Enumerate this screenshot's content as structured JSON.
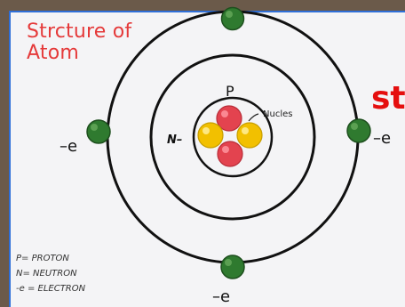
{
  "title": {
    "line1": "Strcture of",
    "line2": "Atom"
  },
  "diagram": {
    "labels": {
      "proton": "P",
      "neutron": "N–",
      "nucleus": "Nucles",
      "electron_left": "–e",
      "electron_right": "–e",
      "electron_bottom": "–e"
    },
    "colors": {
      "title": "#e53a3a",
      "electron": "#2f7a2f",
      "proton": "#e3434f",
      "neutron": "#f2c000",
      "orbit": "#111111",
      "board_edge": "#2f6fd8",
      "banner_text": "#e50f0f"
    }
  },
  "legend": {
    "items": [
      "P= PROTON",
      "N= NEUTRON",
      "-e = ELECTRON"
    ]
  },
  "banner": {
    "partial_text": "st"
  }
}
